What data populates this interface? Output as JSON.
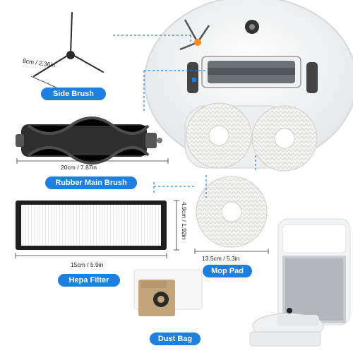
{
  "labels": {
    "side_brush": "Side Brush",
    "rubber_main_brush": "Rubber Main Brush",
    "hepa_filter": "Hepa Filter",
    "mop_pad": "Mop Pad",
    "dust_bag": "Dust Bag"
  },
  "dimensions": {
    "side_brush": "8cm / 2.36in",
    "main_brush": "20cm / 7.87in",
    "filter_width": "15cm / 5.9in",
    "filter_height": "4.9cm / 1.92in",
    "mop_pad": "13.5cm / 5.3in"
  },
  "colors": {
    "accent": "#1f7fe0",
    "dash": "#2a7de1"
  }
}
